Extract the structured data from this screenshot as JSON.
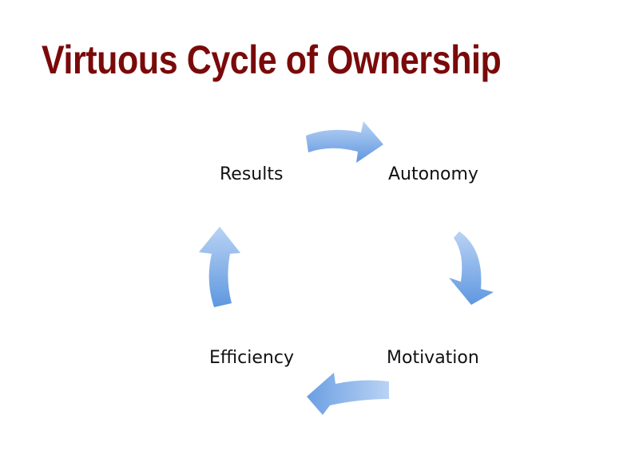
{
  "slide": {
    "title": "Virtuous Cycle of Ownership"
  },
  "cycle": {
    "nodes": [
      "Results",
      "Autonomy",
      "Motivation",
      "Efficiency"
    ],
    "arrow_color": "#6fa3e8"
  }
}
